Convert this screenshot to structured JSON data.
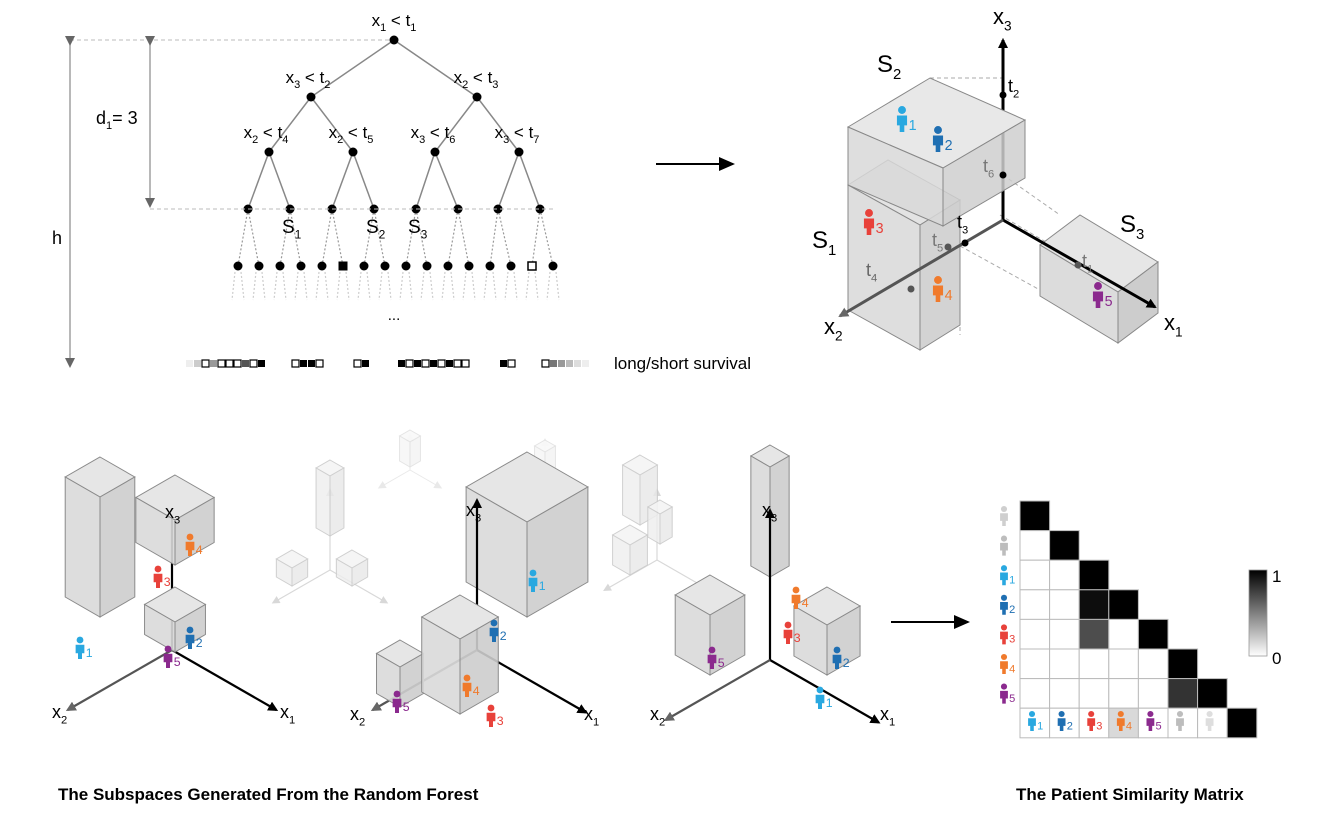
{
  "tree": {
    "split_labels": [
      {
        "var": "x",
        "vsub": "1",
        "thr": "t",
        "tsub": "1"
      },
      {
        "var": "x",
        "vsub": "3",
        "thr": "t",
        "tsub": "2"
      },
      {
        "var": "x",
        "vsub": "2",
        "thr": "t",
        "tsub": "3"
      },
      {
        "var": "x",
        "vsub": "2",
        "thr": "t",
        "tsub": "4"
      },
      {
        "var": "x",
        "vsub": "2",
        "thr": "t",
        "tsub": "5"
      },
      {
        "var": "x",
        "vsub": "3",
        "thr": "t",
        "tsub": "6"
      },
      {
        "var": "x",
        "vsub": "3",
        "thr": "t",
        "tsub": "7"
      }
    ],
    "leaf_subspace_labels": [
      {
        "main": "S",
        "sub": "1"
      },
      {
        "main": "S",
        "sub": "2"
      },
      {
        "main": "S",
        "sub": "3"
      }
    ],
    "depth_label": {
      "main": "d",
      "sub": "1",
      "rest": "= 3"
    },
    "height_label": "h",
    "ellipsis": "...",
    "survival_label": "long/short survival"
  },
  "space3d": {
    "axes": [
      {
        "main": "x",
        "sub": "1"
      },
      {
        "main": "x",
        "sub": "2"
      },
      {
        "main": "x",
        "sub": "3"
      }
    ],
    "thresholds": [
      {
        "main": "t",
        "sub": "1"
      },
      {
        "main": "t",
        "sub": "2"
      },
      {
        "main": "t",
        "sub": "3"
      },
      {
        "main": "t",
        "sub": "4"
      },
      {
        "main": "t",
        "sub": "5"
      },
      {
        "main": "t",
        "sub": "6"
      }
    ],
    "subspaces": [
      {
        "main": "S",
        "sub": "1"
      },
      {
        "main": "S",
        "sub": "2"
      },
      {
        "main": "S",
        "sub": "3"
      }
    ]
  },
  "patients": [
    {
      "id": "1",
      "color": "#29a8e0"
    },
    {
      "id": "2",
      "color": "#1f6fb2"
    },
    {
      "id": "3",
      "color": "#e8413a"
    },
    {
      "id": "4",
      "color": "#f07a2c"
    },
    {
      "id": "5",
      "color": "#8b2a8e"
    }
  ],
  "matrix": {
    "values": [
      [
        1.0
      ],
      [
        0.0,
        1.0
      ],
      [
        0.0,
        0.0,
        1.0
      ],
      [
        0.0,
        0.0,
        0.95,
        1.0
      ],
      [
        0.0,
        0.0,
        0.7,
        0.0,
        1.0
      ],
      [
        0.0,
        0.0,
        0.0,
        0.0,
        0.0,
        1.0
      ],
      [
        0.0,
        0.0,
        0.0,
        0.0,
        0.0,
        0.8,
        1.0
      ],
      [
        0.0,
        0.0,
        0.0,
        0.15,
        0.0,
        0.0,
        0.0,
        1.0
      ]
    ],
    "colorbar_max": "1",
    "colorbar_min": "0"
  },
  "captions": {
    "left": "The Subspaces Generated From the Random Forest",
    "right": "The Patient Similarity Matrix"
  }
}
